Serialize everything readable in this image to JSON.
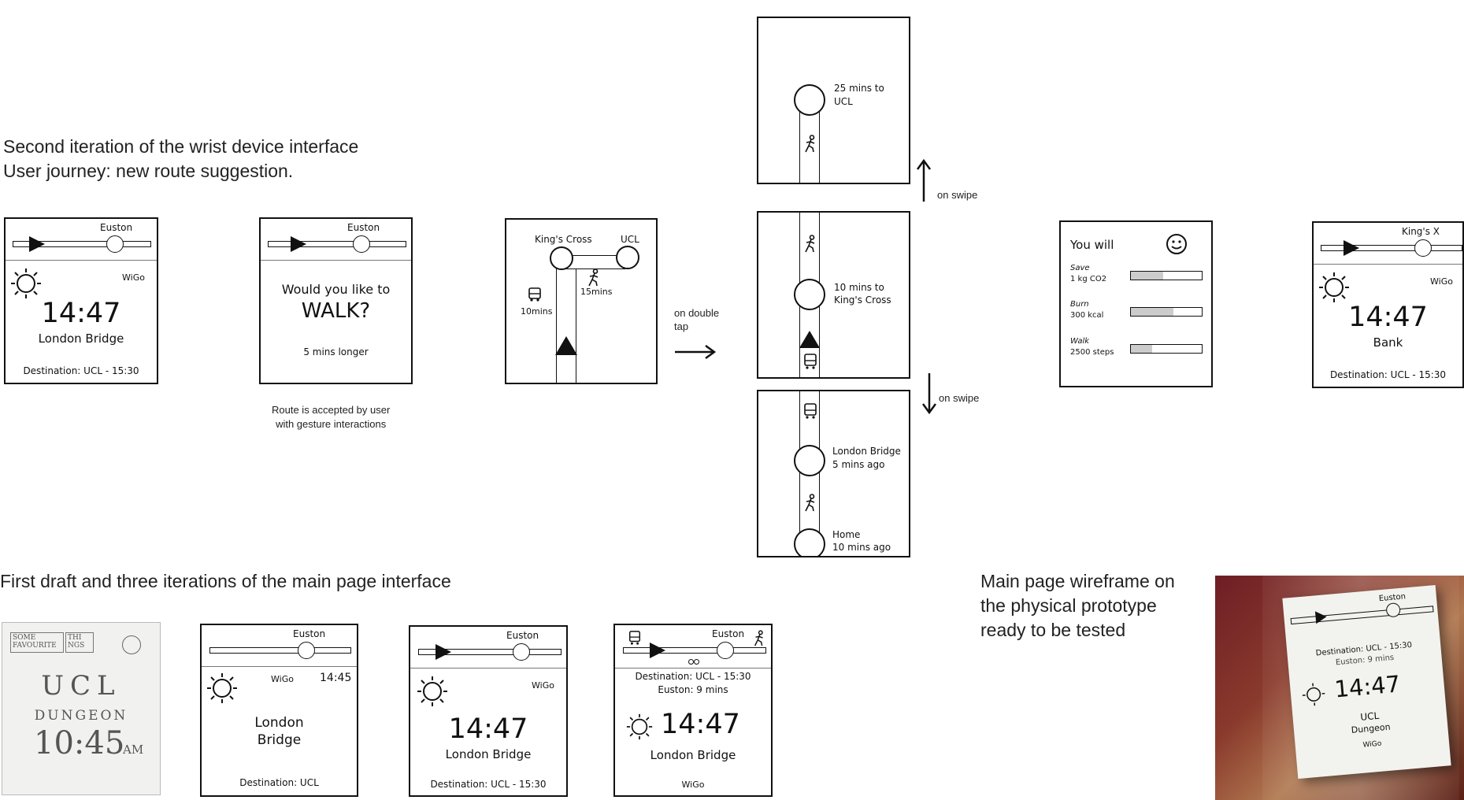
{
  "captions": {
    "journey_line1": "Second iteration of the wrist device interface",
    "journey_line2": "User journey: new route suggestion.",
    "main_page": "First draft and three iterations of the main page interface",
    "prototype_line1": "Main page wireframe on",
    "prototype_line2": "the physical prototype",
    "prototype_line3": "ready to be tested",
    "route_accepted_line1": "Route is accepted by user",
    "route_accepted_line2": "with gesture interactions",
    "on_double_tap_line1": "on double",
    "on_double_tap_line2": "tap",
    "on_swipe_up": "on swipe",
    "on_swipe_down": "on swipe"
  },
  "screen1": {
    "station": "Euston",
    "brand": "WiGo",
    "time": "14:47",
    "location": "London Bridge",
    "destination": "Destination: UCL - 15:30"
  },
  "screen2": {
    "station": "Euston",
    "question": "Would you like to",
    "action": "WALK?",
    "note": "5 mins longer"
  },
  "screen3": {
    "stop_a": "King's Cross",
    "stop_b": "UCL",
    "bus_time": "10mins",
    "walk_time": "15mins"
  },
  "screen4": {
    "line1": "25 mins to",
    "line2": "UCL"
  },
  "screen5": {
    "line1": "10 mins to",
    "line2": "King's Cross"
  },
  "screen6": {
    "stop1_line1": "London Bridge",
    "stop1_line2": "5 mins ago",
    "stop2_line1": "Home",
    "stop2_line2": "10 mins ago"
  },
  "screen7": {
    "title": "You will",
    "rows": [
      {
        "label": "Save",
        "value": "1 kg CO2",
        "level": 0.45
      },
      {
        "label": "Burn",
        "value": "300 kcal",
        "level": 0.6
      },
      {
        "label": "Walk",
        "value": "2500 steps",
        "level": 0.3
      }
    ]
  },
  "screen8": {
    "station": "King's X",
    "brand": "WiGo",
    "time": "14:47",
    "location": "Bank",
    "destination": "Destination: UCL - 15:30"
  },
  "draft": {
    "fav1": "SOME FAVOURITE",
    "fav2": "THI NGS",
    "line1": "UCL",
    "line2": "DUNGEON",
    "time": "10:45",
    "ampm": "AM"
  },
  "iter1": {
    "station": "Euston",
    "brand": "WiGo",
    "clock": "14:45",
    "location_line1": "London",
    "location_line2": "Bridge",
    "destination": "Destination: UCL"
  },
  "iter2": {
    "station": "Euston",
    "brand": "WiGo",
    "time": "14:47",
    "location": "London Bridge",
    "destination": "Destination: UCL - 15:30"
  },
  "iter3": {
    "station": "Euston",
    "destination": "Destination: UCL - 15:30",
    "eta": "Euston: 9 mins",
    "time": "14:47",
    "location": "London Bridge",
    "brand": "WiGo"
  },
  "photo": {
    "station": "Euston",
    "destination": "Destination: UCL - 15:30",
    "eta": "Euston: 9 mins",
    "time": "14:47",
    "line1": "UCL",
    "line2": "Dungeon",
    "brand": "WiGo"
  }
}
